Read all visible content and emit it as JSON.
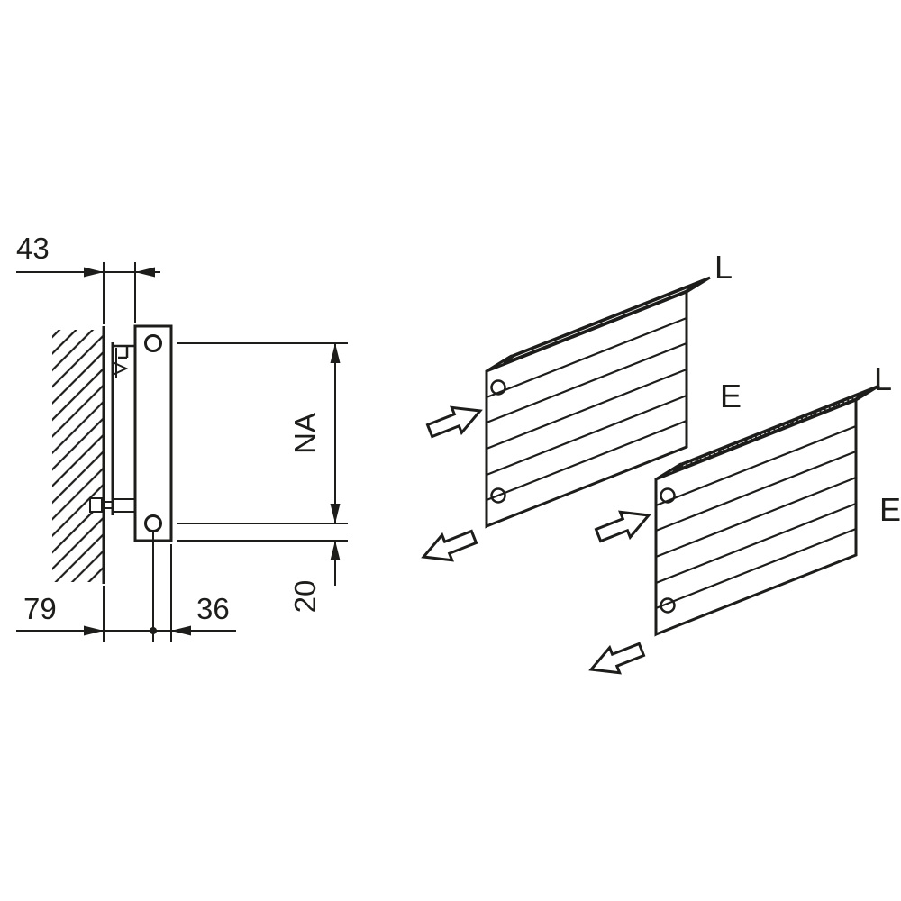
{
  "diagram": {
    "type": "radiator-mounting-technical-drawing",
    "background_color": "#ffffff",
    "line_color": "#1d1d1b",
    "section_view": {
      "dim_wall_clearance": "43",
      "dim_hub_distance": "NA",
      "dim_wall_to_center": "79",
      "dim_center_to_front": "36",
      "dim_bottom_offset": "20"
    },
    "isometric_view": {
      "radiator_top": {
        "air_label": "L",
        "exit_label": "E"
      },
      "radiator_bottom": {
        "air_label": "L",
        "exit_label": "E"
      }
    }
  }
}
